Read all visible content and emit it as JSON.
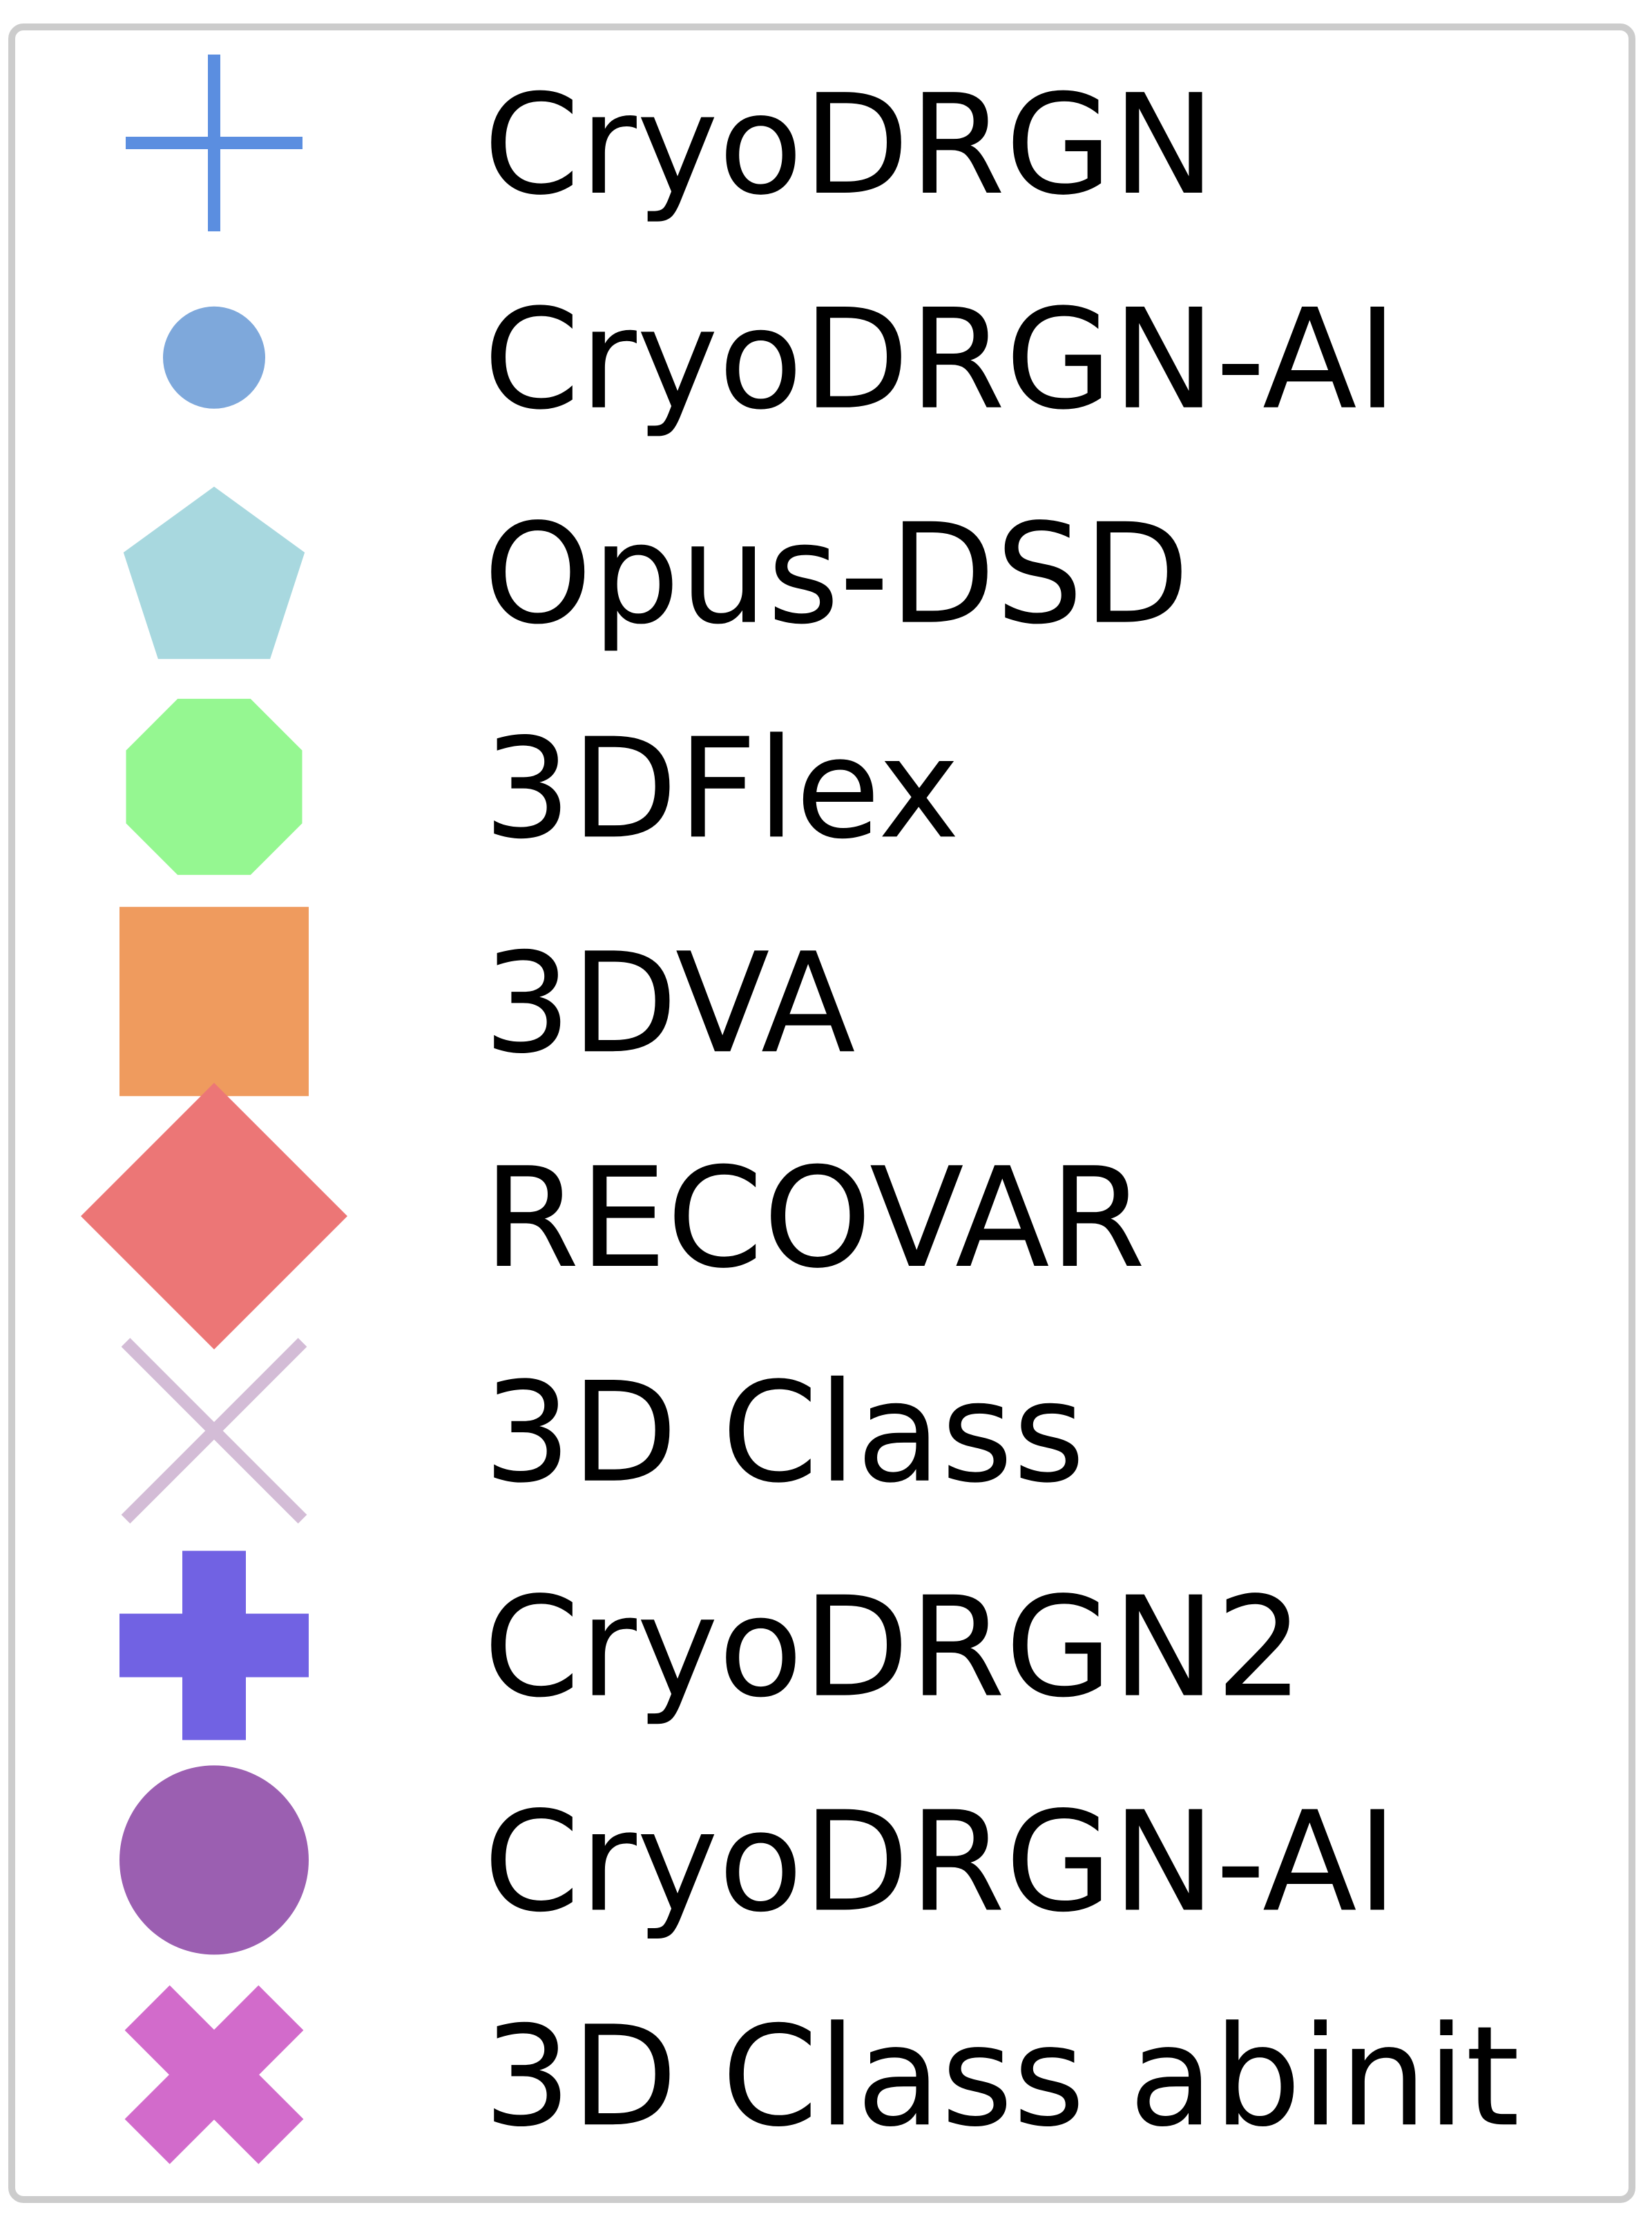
{
  "chart_data": {
    "type": "legend",
    "legend": [
      {
        "label": "CryoDRGN",
        "marker": "plus-thin",
        "color": "#5b8ee0"
      },
      {
        "label": "CryoDRGN-AI",
        "marker": "circle-small",
        "color": "#7ea8db"
      },
      {
        "label": "Opus-DSD",
        "marker": "pentagon",
        "color": "#a8d8df"
      },
      {
        "label": "3DFlex",
        "marker": "octagon",
        "color": "#95f791"
      },
      {
        "label": "3DVA",
        "marker": "square",
        "color": "#ef9b5e"
      },
      {
        "label": "RECOVAR",
        "marker": "diamond",
        "color": "#ec7676"
      },
      {
        "label": "3D Class",
        "marker": "x-thin",
        "color": "#d3bcd6"
      },
      {
        "label": "CryoDRGN2",
        "marker": "plus-filled",
        "color": "#7162e3"
      },
      {
        "label": "CryoDRGN-AI",
        "marker": "circle-large",
        "color": "#9b5fb1"
      },
      {
        "label": "3D Class abinit",
        "marker": "x-filled",
        "color": "#d26bcb"
      }
    ]
  }
}
